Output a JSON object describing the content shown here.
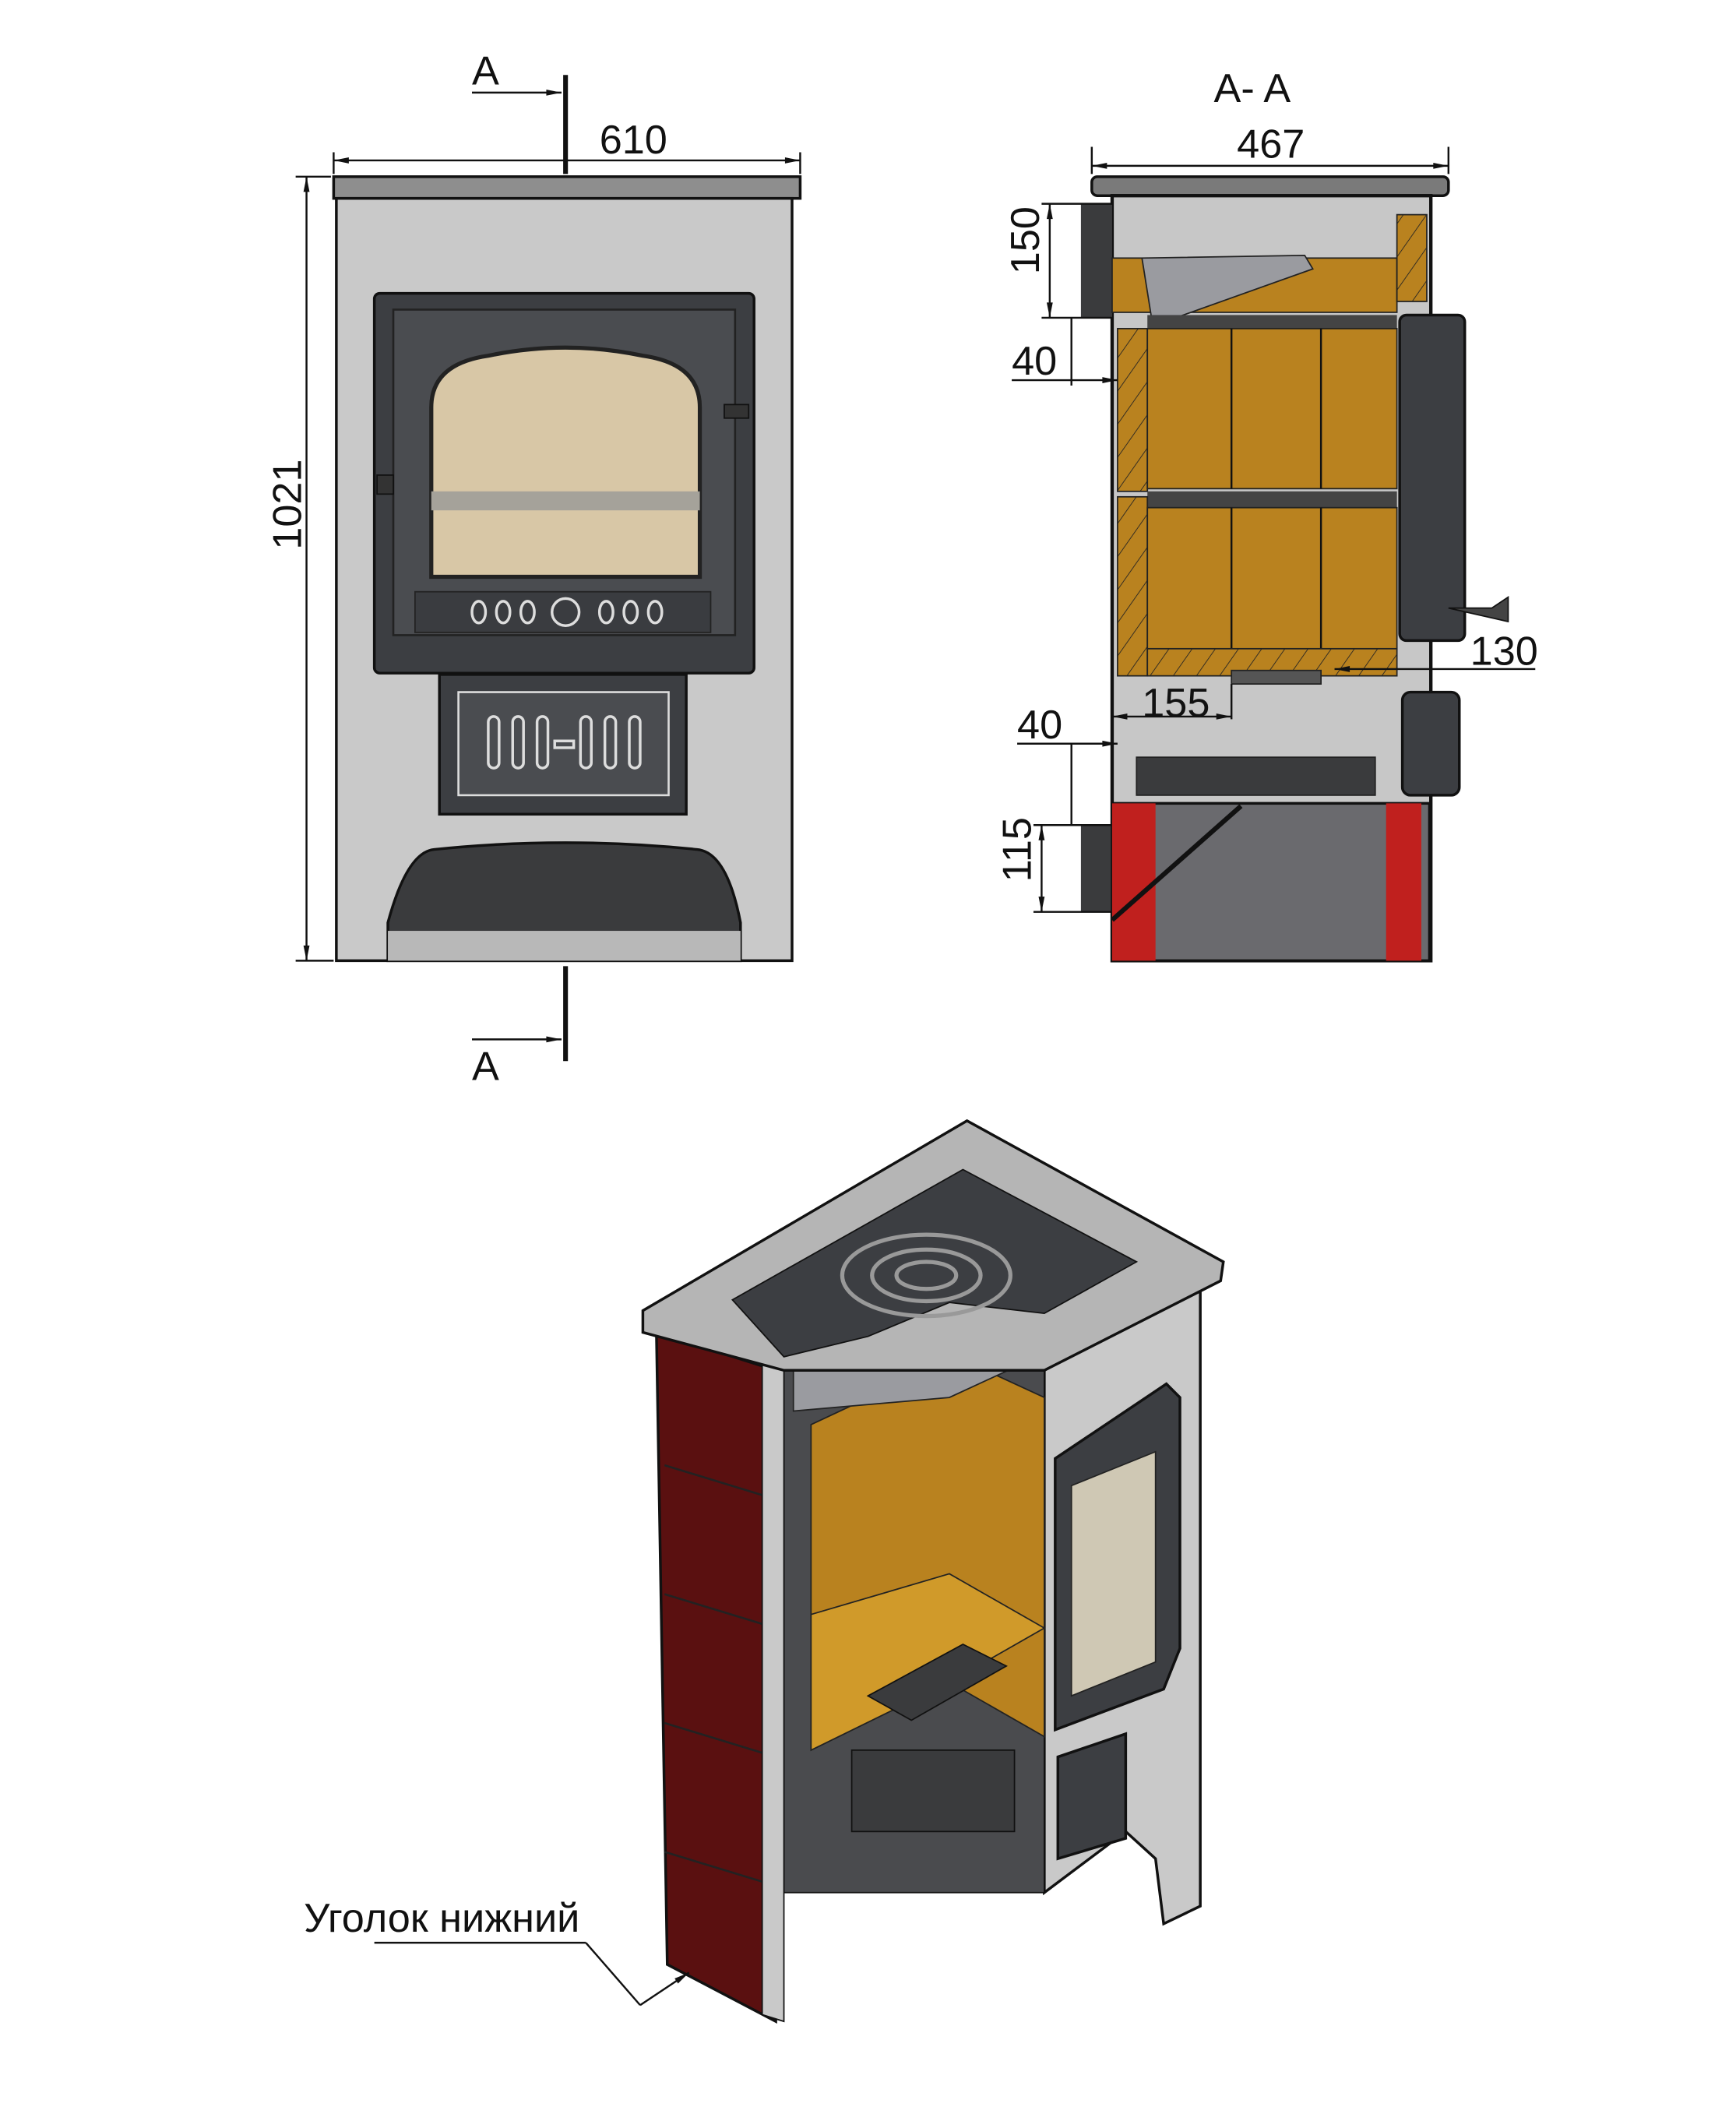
{
  "front_view": {
    "section_mark_top": "A",
    "section_mark_bottom": "A",
    "width_dim": "610",
    "height_dim": "1021"
  },
  "section_view": {
    "title": "A- A",
    "width_dim": "467",
    "dims": {
      "top_outlet": "150",
      "upper_offset": "40",
      "door_depth": "130",
      "grate_offset": "155",
      "lower_offset": "40",
      "bottom_outlet": "115"
    }
  },
  "iso_view": {
    "callout_label": "Уголок нижний"
  },
  "colors": {
    "steel": "#c8c8c8",
    "cast_iron": "#3c3e42",
    "firebrick": "#b9821f",
    "tile_red": "#c0201e",
    "tile_dark_red": "#5a1010",
    "glass": "#d8c7a6"
  }
}
